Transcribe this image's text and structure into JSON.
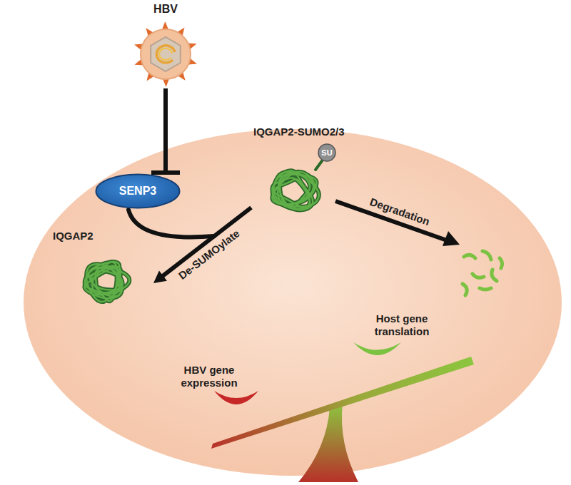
{
  "diagram": {
    "nodes": [
      {
        "text": [
          "HBV"
        ]
      },
      {
        "text": [
          "SENP3"
        ]
      },
      {
        "text": [
          "IQGAP2"
        ]
      },
      {
        "text": [
          "IQGAP2-SUMO2/3"
        ]
      },
      {
        "text": [
          "SU"
        ],
        "in": 3
      }
    ],
    "edges": [
      {
        "from": 0,
        "to": 1,
        "arrow": "to"
      },
      {
        "from": 3,
        "to": 2,
        "label": "De-SUMOylate",
        "arrow": "to"
      }
    ],
    "labels": [
      "Degradation",
      "Host gene translation",
      "HBV gene expression"
    ]
  }
}
